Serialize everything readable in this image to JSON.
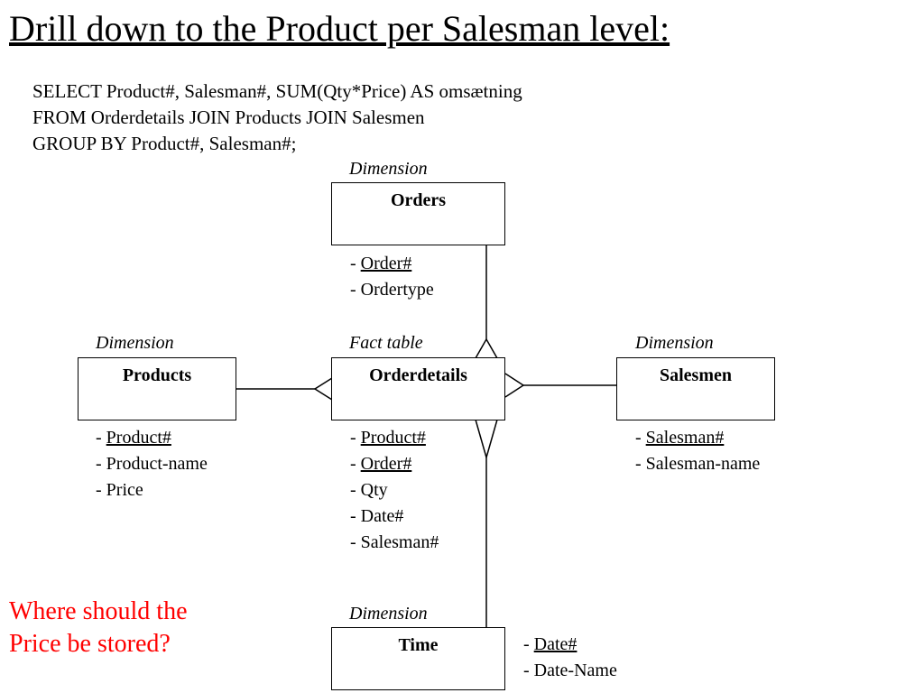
{
  "title": "Drill down to the Product per Salesman level:",
  "sql": [
    "SELECT Product#, Salesman#, SUM(Qty*Price) AS omsætning",
    "FROM Orderdetails JOIN Products JOIN Salesmen",
    "GROUP BY Product#, Salesman#;"
  ],
  "entities": {
    "orders": {
      "role": "Dimension",
      "name": "Orders",
      "attributes": [
        {
          "prefix": "- ",
          "text": "Order#",
          "key": true
        },
        {
          "prefix": "- ",
          "text": "Ordertype",
          "key": false
        }
      ]
    },
    "products": {
      "role": "Dimension",
      "name": "Products",
      "attributes": [
        {
          "prefix": "- ",
          "text": "Product#",
          "key": true
        },
        {
          "prefix": "- ",
          "text": "Product-name",
          "key": false
        },
        {
          "prefix": "- ",
          "text": "Price",
          "key": false
        }
      ]
    },
    "orderdetails": {
      "role": "Fact table",
      "name": "Orderdetails",
      "attributes": [
        {
          "prefix": "- ",
          "text": "Product#",
          "key": true
        },
        {
          "prefix": "- ",
          "text": "Order#",
          "key": true
        },
        {
          "prefix": "- ",
          "text": "Qty",
          "key": false
        },
        {
          "prefix": "- ",
          "text": "Date#",
          "key": false
        },
        {
          "prefix": "- ",
          "text": "Salesman#",
          "key": false
        }
      ]
    },
    "salesmen": {
      "role": "Dimension",
      "name": "Salesmen",
      "attributes": [
        {
          "prefix": "- ",
          "text": "Salesman#",
          "key": true
        },
        {
          "prefix": "- ",
          "text": "Salesman-name",
          "key": false
        }
      ]
    },
    "time": {
      "role": "Dimension",
      "name": "Time",
      "attributes": [
        {
          "prefix": "- ",
          "text": "Date#",
          "key": true
        },
        {
          "prefix": "- ",
          "text": "Date-Name",
          "key": false
        }
      ]
    }
  },
  "question": [
    "Where should the",
    "Price be stored?"
  ],
  "colors": {
    "question": "#ff0000",
    "line": "#000000"
  }
}
